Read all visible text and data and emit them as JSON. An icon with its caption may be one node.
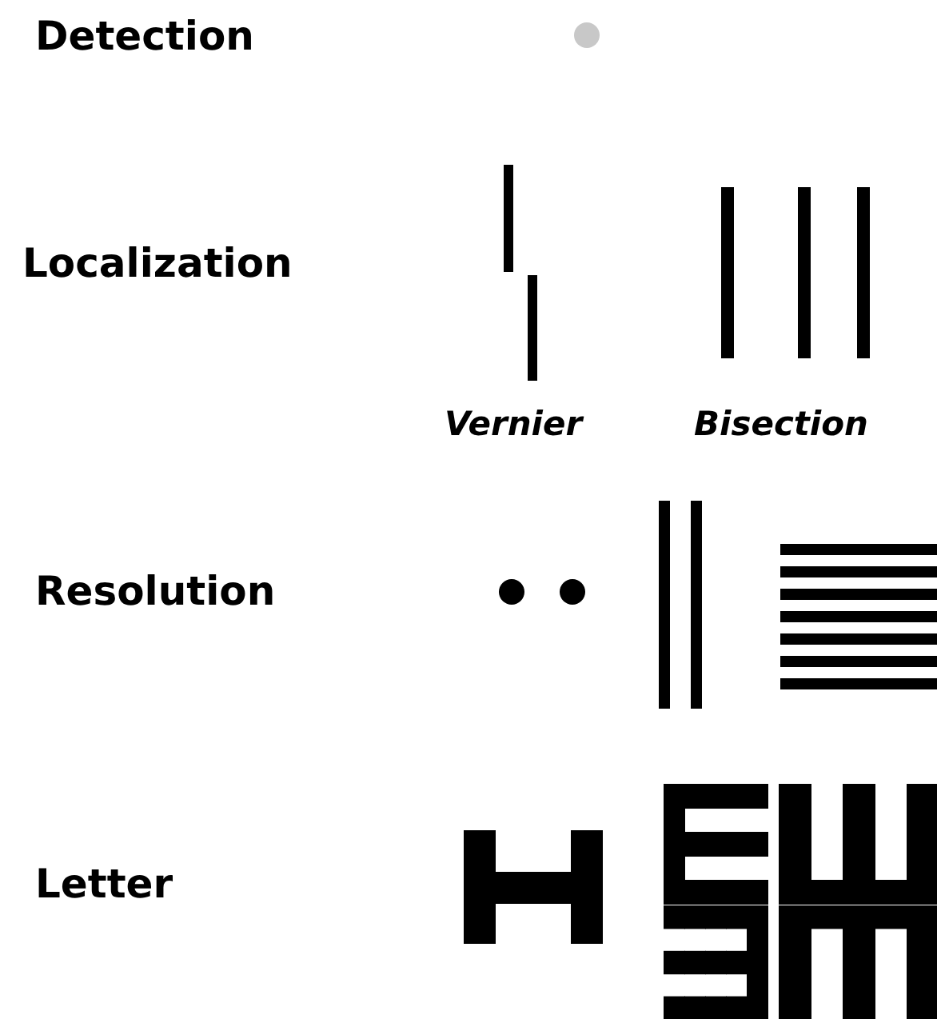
{
  "diagram": {
    "labels": [
      "Detection",
      "Localization",
      "Vernier",
      "Bisection",
      "Resolution",
      "Letter"
    ]
  }
}
